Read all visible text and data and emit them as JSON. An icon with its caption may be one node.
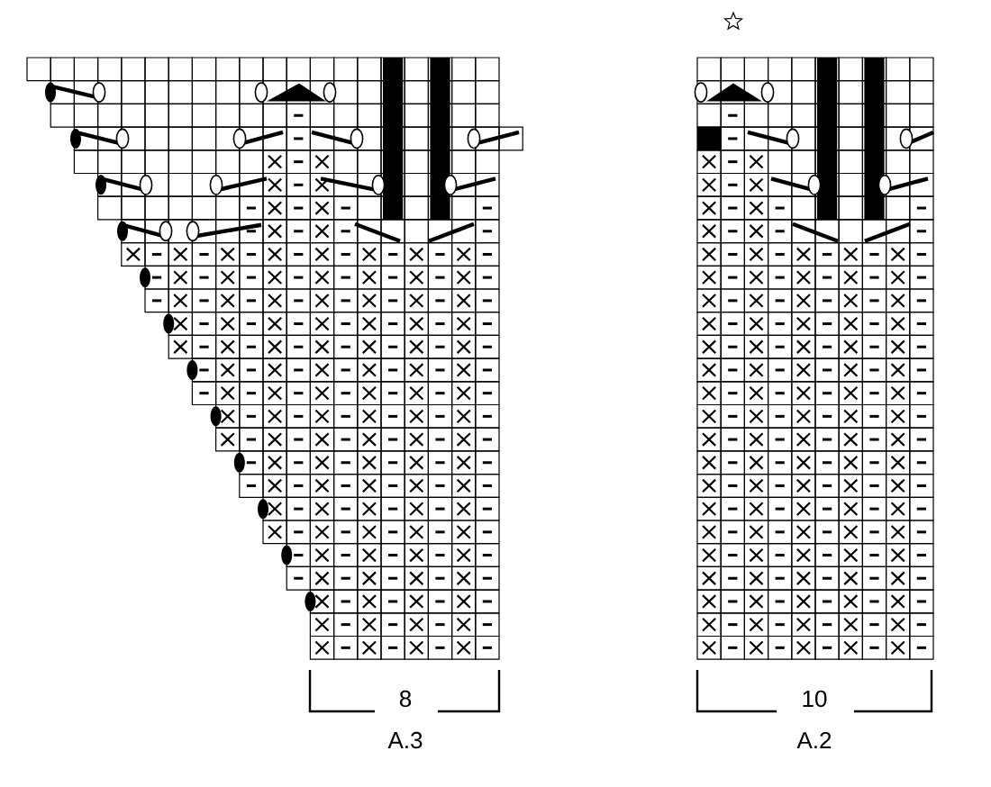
{
  "diagram": {
    "labels": [
      "8",
      "A.3",
      "10",
      "A.2"
    ]
  }
}
